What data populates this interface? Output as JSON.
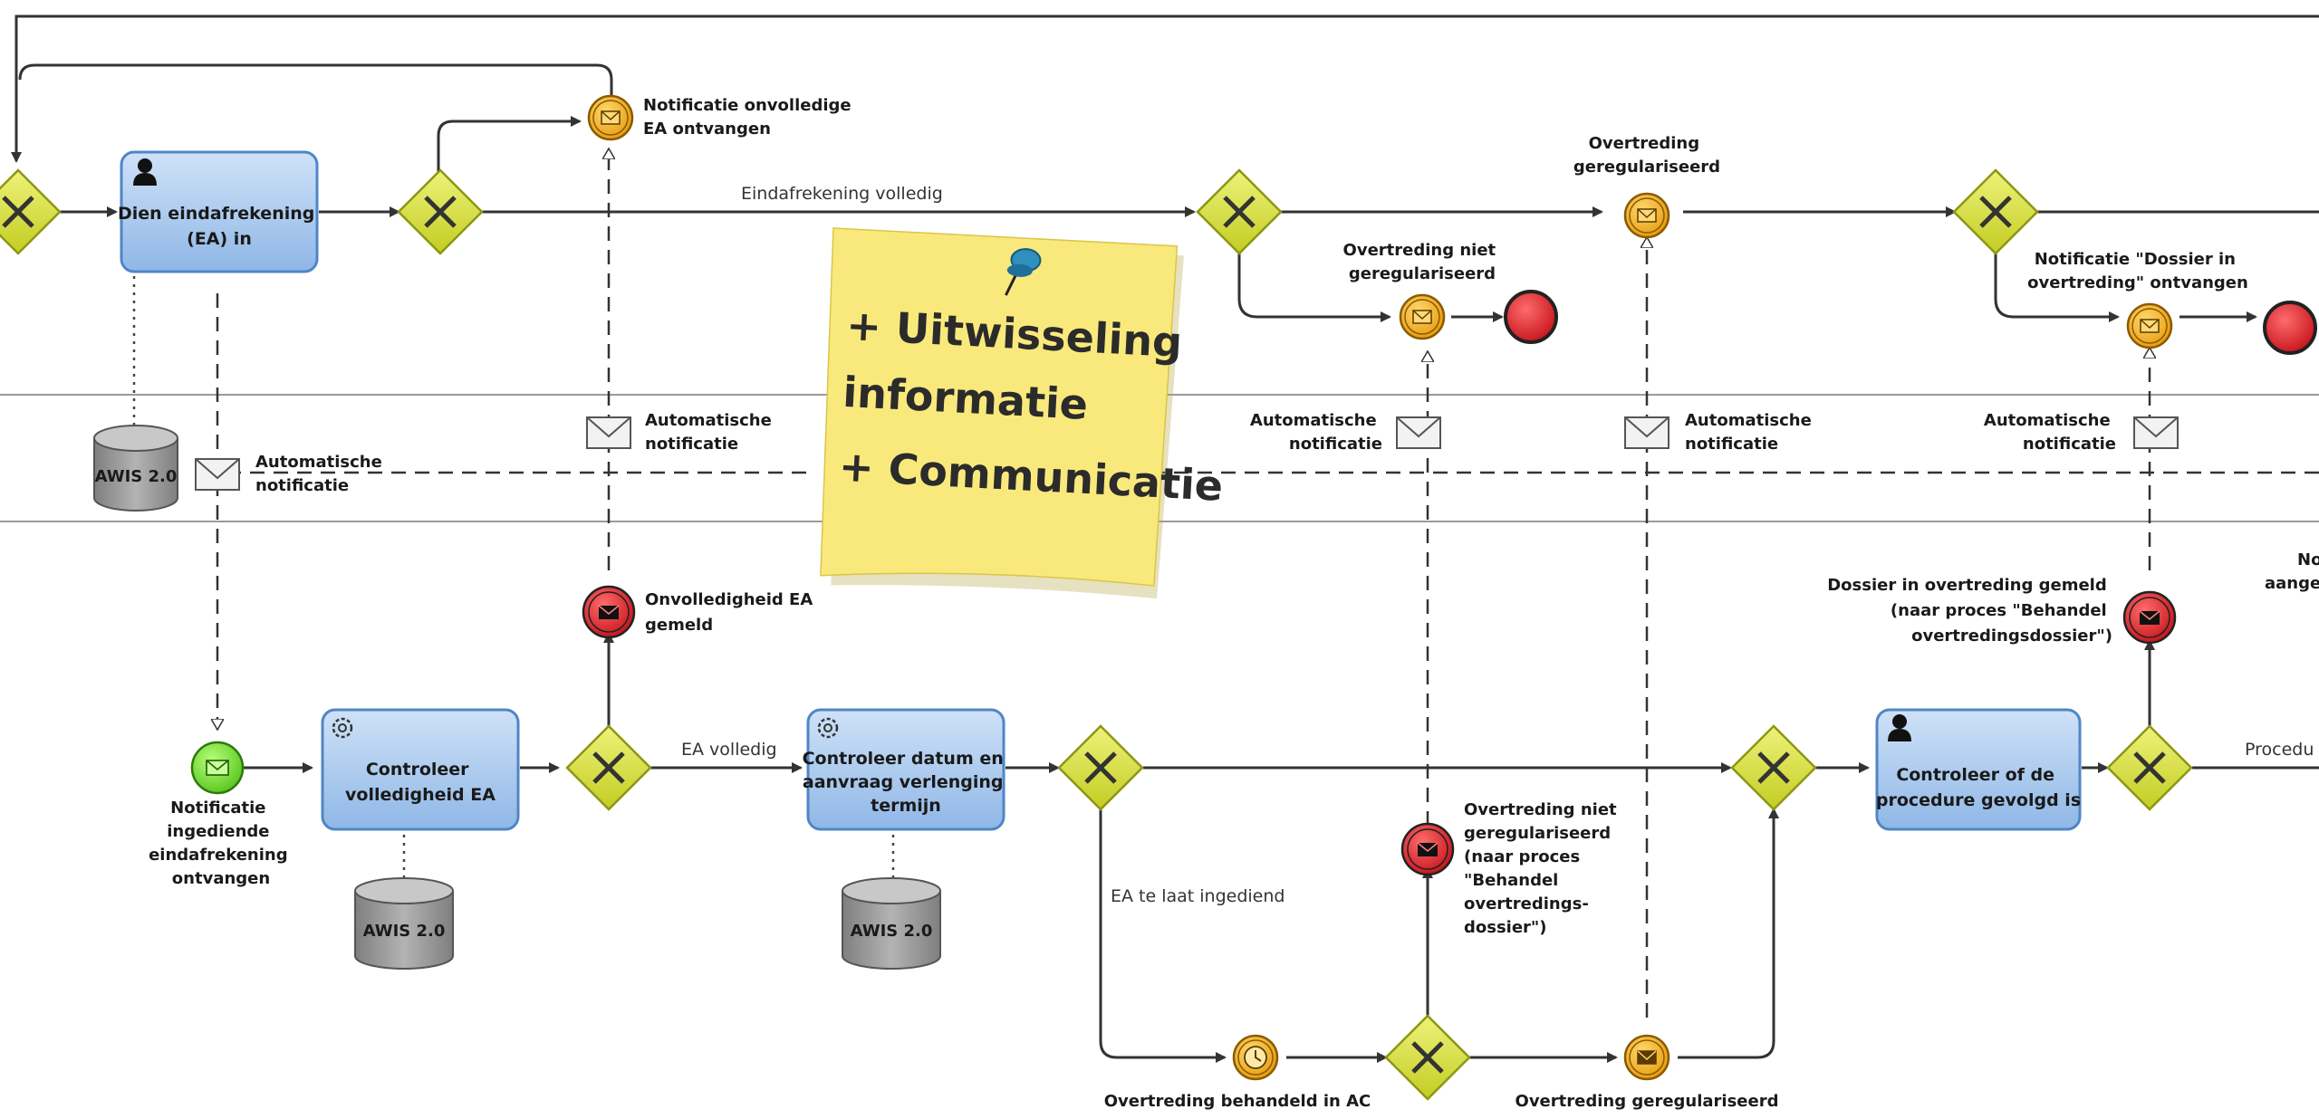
{
  "tasks": {
    "dien_ea": [
      "Dien eindafrekening",
      "(EA) in"
    ],
    "controleer_ea": [
      "Controleer",
      "volledigheid EA"
    ],
    "controleer_datum": [
      "Controleer datum en",
      "aanvraag verlenging",
      "termijn"
    ],
    "controleer_procedure": [
      "Controleer of de",
      "procedure gevolgd is"
    ]
  },
  "databases": {
    "awis": "AWIS 2.0"
  },
  "events": {
    "notificatie_onvolledig": [
      "Notificatie onvolledige",
      "EA ontvangen"
    ],
    "overtreding_geregulariseerd_top": [
      "Overtreding",
      "geregulariseerd"
    ],
    "overtreding_niet_top": [
      "Overtreding niet",
      "geregulariseerd"
    ],
    "notificatie_dossier": [
      "Notificatie \"Dossier in",
      "overtreding\" ontvangen"
    ],
    "notificatie_ingediend": [
      "Notificatie",
      "ingediende",
      "eindafrekening",
      "ontvangen"
    ],
    "onvolledigheid_gemeld": [
      "Onvolledigheid EA",
      "gemeld"
    ],
    "dossier_gemeld": [
      "Dossier in overtreding gemeld",
      "(naar proces \"Behandel",
      "overtredingsdossier\")"
    ],
    "overtreding_niet_bottom": [
      "Overtreding niet",
      "geregulariseerd",
      "(naar proces",
      "\"Behandel",
      "overtredings-",
      "dossier\")"
    ],
    "overtreding_behandeld": [
      "Overtreding behandeld in AC"
    ],
    "overtreding_geregulariseerd_bottom": [
      "Overtreding geregulariseerd"
    ],
    "cut_right": [
      "No",
      "aange"
    ]
  },
  "messages": {
    "auto": [
      "Automatische",
      "notificatie"
    ]
  },
  "flows": {
    "ea_volledig_top": "Eindafrekening volledig",
    "ea_volledig": "EA volledig",
    "ea_te_laat": "EA te laat ingediend",
    "procedure": "Procedu"
  },
  "sticky_note": {
    "lines": [
      "+ Uitwisseling",
      "informatie",
      "+ Communicatie"
    ]
  },
  "colors": {
    "task_fill": "#a9c9ee",
    "task_border": "#4f86c6",
    "gateway": "#d7df3a",
    "gateway_border": "#8c9712",
    "event_orange": "#f6b01c",
    "event_red": "#e3262b",
    "event_green": "#7fe33b",
    "note": "#f9e97c",
    "db": "#9a9a9a"
  }
}
